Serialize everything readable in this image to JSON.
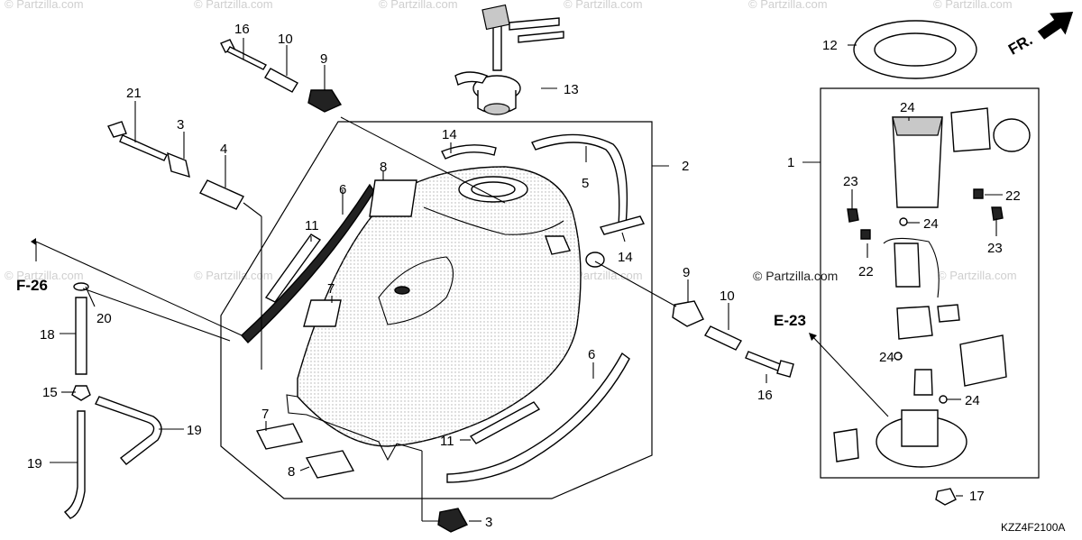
{
  "watermark": "© Partzilla.com",
  "credit": "© Partzilla.com",
  "front_arrow_label": "FR.",
  "references": {
    "f26": "F-26",
    "e23": "E-23"
  },
  "diagram_code": "KZZ4F2100A",
  "callouts": {
    "c1": "1",
    "c2": "2",
    "c3a": "3",
    "c3b": "3",
    "c4": "4",
    "c5": "5",
    "c6a": "6",
    "c6b": "6",
    "c7a": "7",
    "c7b": "7",
    "c8a": "8",
    "c8b": "8",
    "c9a": "9",
    "c9b": "9",
    "c10a": "10",
    "c10b": "10",
    "c11a": "11",
    "c11b": "11",
    "c12": "12",
    "c13": "13",
    "c14a": "14",
    "c14b": "14",
    "c15": "15",
    "c16a": "16",
    "c16b": "16",
    "c17": "17",
    "c18": "18",
    "c19a": "19",
    "c19b": "19",
    "c20": "20",
    "c21": "21",
    "c22a": "22",
    "c22b": "22",
    "c23a": "23",
    "c23b": "23",
    "c24a": "24",
    "c24b": "24",
    "c24c": "24",
    "c24d": "24"
  }
}
